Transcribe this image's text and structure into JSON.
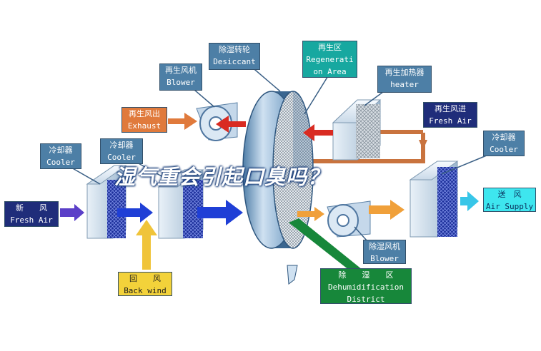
{
  "headline": "湿气重会引起口臭吗？",
  "labels": {
    "desiccant": {
      "zh": "除湿转轮",
      "en": "Desiccant"
    },
    "regen_area": {
      "zh": "再生区",
      "en1": "Regenerati",
      "en2": "on Area"
    },
    "regen_blower": {
      "zh": "再生风机",
      "en": "Blower"
    },
    "regen_heater": {
      "zh": "再生加热器",
      "en": "heater"
    },
    "exhaust": {
      "zh": "再生风出",
      "en": "Exhaust"
    },
    "regen_fresh_air": {
      "zh": "再生风进",
      "en": "Fresh Air"
    },
    "cooler_left": {
      "zh": "冷却器",
      "en": "Cooler"
    },
    "cooler_mid": {
      "zh": "冷却器",
      "en": "Cooler"
    },
    "cooler_right": {
      "zh": "冷却器",
      "en": "Cooler"
    },
    "fresh_air": {
      "zh": "新　　风",
      "en": "Fresh Air"
    },
    "air_supply": {
      "zh": "送　风",
      "en": "Air Supply"
    },
    "back_wind": {
      "zh": "回　　风",
      "en": "Back wind"
    },
    "dehum_blower": {
      "zh": "除湿风机",
      "en": "Blower"
    },
    "dehum_district": {
      "zh": "除　　湿　　区",
      "en1": "Dehumidification",
      "en2": "District"
    }
  },
  "colors": {
    "steel_label": "#4d7fa6",
    "regen_label": "#17a8a0",
    "exhaust_label": "#e07a3c",
    "fresh_air_label": "#1f2d7a",
    "supply_label": "#3ee6ef",
    "dehum_label": "#17873a",
    "backwind_label": "#f3d23a",
    "process_arrow": "#1f3fd6",
    "regen_arrow": "#d9662a",
    "backwind_arrow": "#f0c43a",
    "supply_arrow": "#38c6e8"
  }
}
